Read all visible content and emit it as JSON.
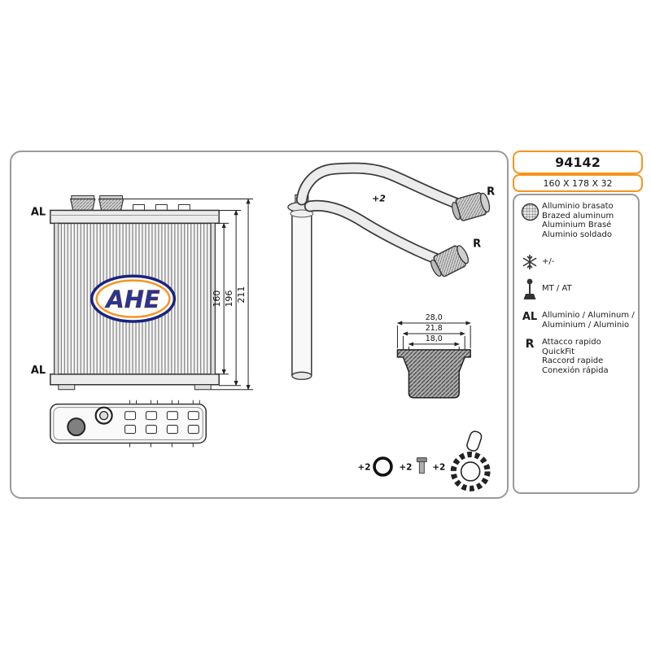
{
  "colors": {
    "accent_orange": "#f7941d",
    "line_dark": "#333333"
  },
  "part": {
    "number": "94142",
    "size": "160 X 178 X 32"
  },
  "drawing": {
    "al_top": "AL",
    "al_bottom": "AL",
    "logo_text": "AHE",
    "dim_core": "160",
    "dim_mid": "196",
    "dim_total": "211",
    "pipes_qty": "+2",
    "quickfit_top": "R",
    "quickfit_bottom": "R",
    "fitting_dim_outer": "28,0",
    "fitting_dim_mid": "21,8",
    "fitting_dim_inner": "18,0",
    "oring_qty": "+2",
    "pin_qty": "+2",
    "grommet_qty": "+2"
  },
  "legend": {
    "material_lines": [
      "Alluminio brasato",
      "Brazed aluminum",
      "Aluminium Brasé",
      "Aluminio soldado"
    ],
    "ac_label": "+/-",
    "transmission_label": "MT / AT",
    "al_symbol": "AL",
    "al_lines": [
      "Alluminio  / Aluminum /",
      "Aluminium / Aluminio"
    ],
    "r_symbol": "R",
    "r_lines": [
      "Attacco rapido",
      "QuickFit",
      "Raccord rapide",
      "Conexión rápida"
    ]
  }
}
